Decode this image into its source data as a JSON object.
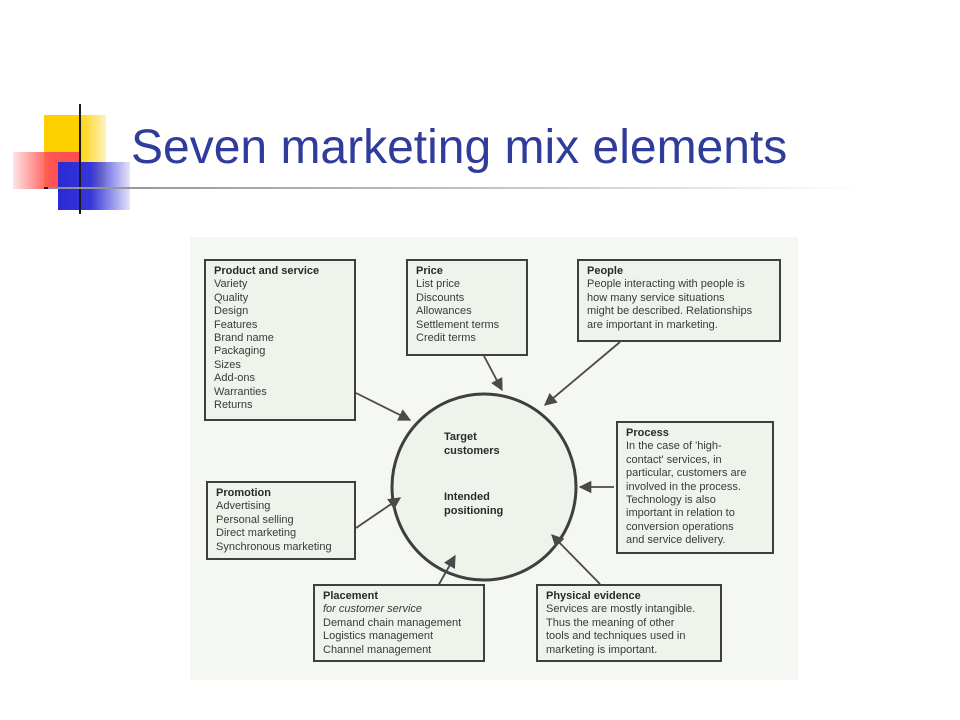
{
  "slide": {
    "title": "Seven marketing mix elements"
  },
  "diagram": {
    "center": {
      "line1": "Target",
      "line2": "customers",
      "line3": "Intended",
      "line4": "positioning"
    },
    "product": {
      "heading": "Product and service",
      "items": [
        "Variety",
        "Quality",
        "Design",
        "Features",
        "Brand name",
        "Packaging",
        "Sizes",
        "Add-ons",
        "Warranties",
        "Returns"
      ]
    },
    "price": {
      "heading": "Price",
      "items": [
        "List price",
        "Discounts",
        "Allowances",
        "Settlement terms",
        "Credit terms"
      ]
    },
    "people": {
      "heading": "People",
      "lines": [
        "People interacting with people is",
        "how many service situations",
        "might be described. Relationships",
        "are important in marketing."
      ]
    },
    "process": {
      "heading": "Process",
      "lines": [
        "In the case of 'high-",
        "contact' services, in",
        "particular, customers are",
        "involved in the process.",
        "Technology is also",
        "important in relation to",
        "conversion operations",
        "and service delivery."
      ]
    },
    "promotion": {
      "heading": "Promotion",
      "items": [
        "Advertising",
        "Personal selling",
        "Direct marketing",
        "Synchronous marketing"
      ]
    },
    "placement": {
      "heading": "Placement",
      "subheading": "for customer service",
      "items": [
        "Demand chain management",
        "Logistics management",
        "Channel management"
      ]
    },
    "physical": {
      "heading": "Physical evidence",
      "lines": [
        "Services are mostly intangible.",
        "Thus the meaning of other",
        "tools and techniques used in",
        "marketing is important."
      ]
    }
  }
}
